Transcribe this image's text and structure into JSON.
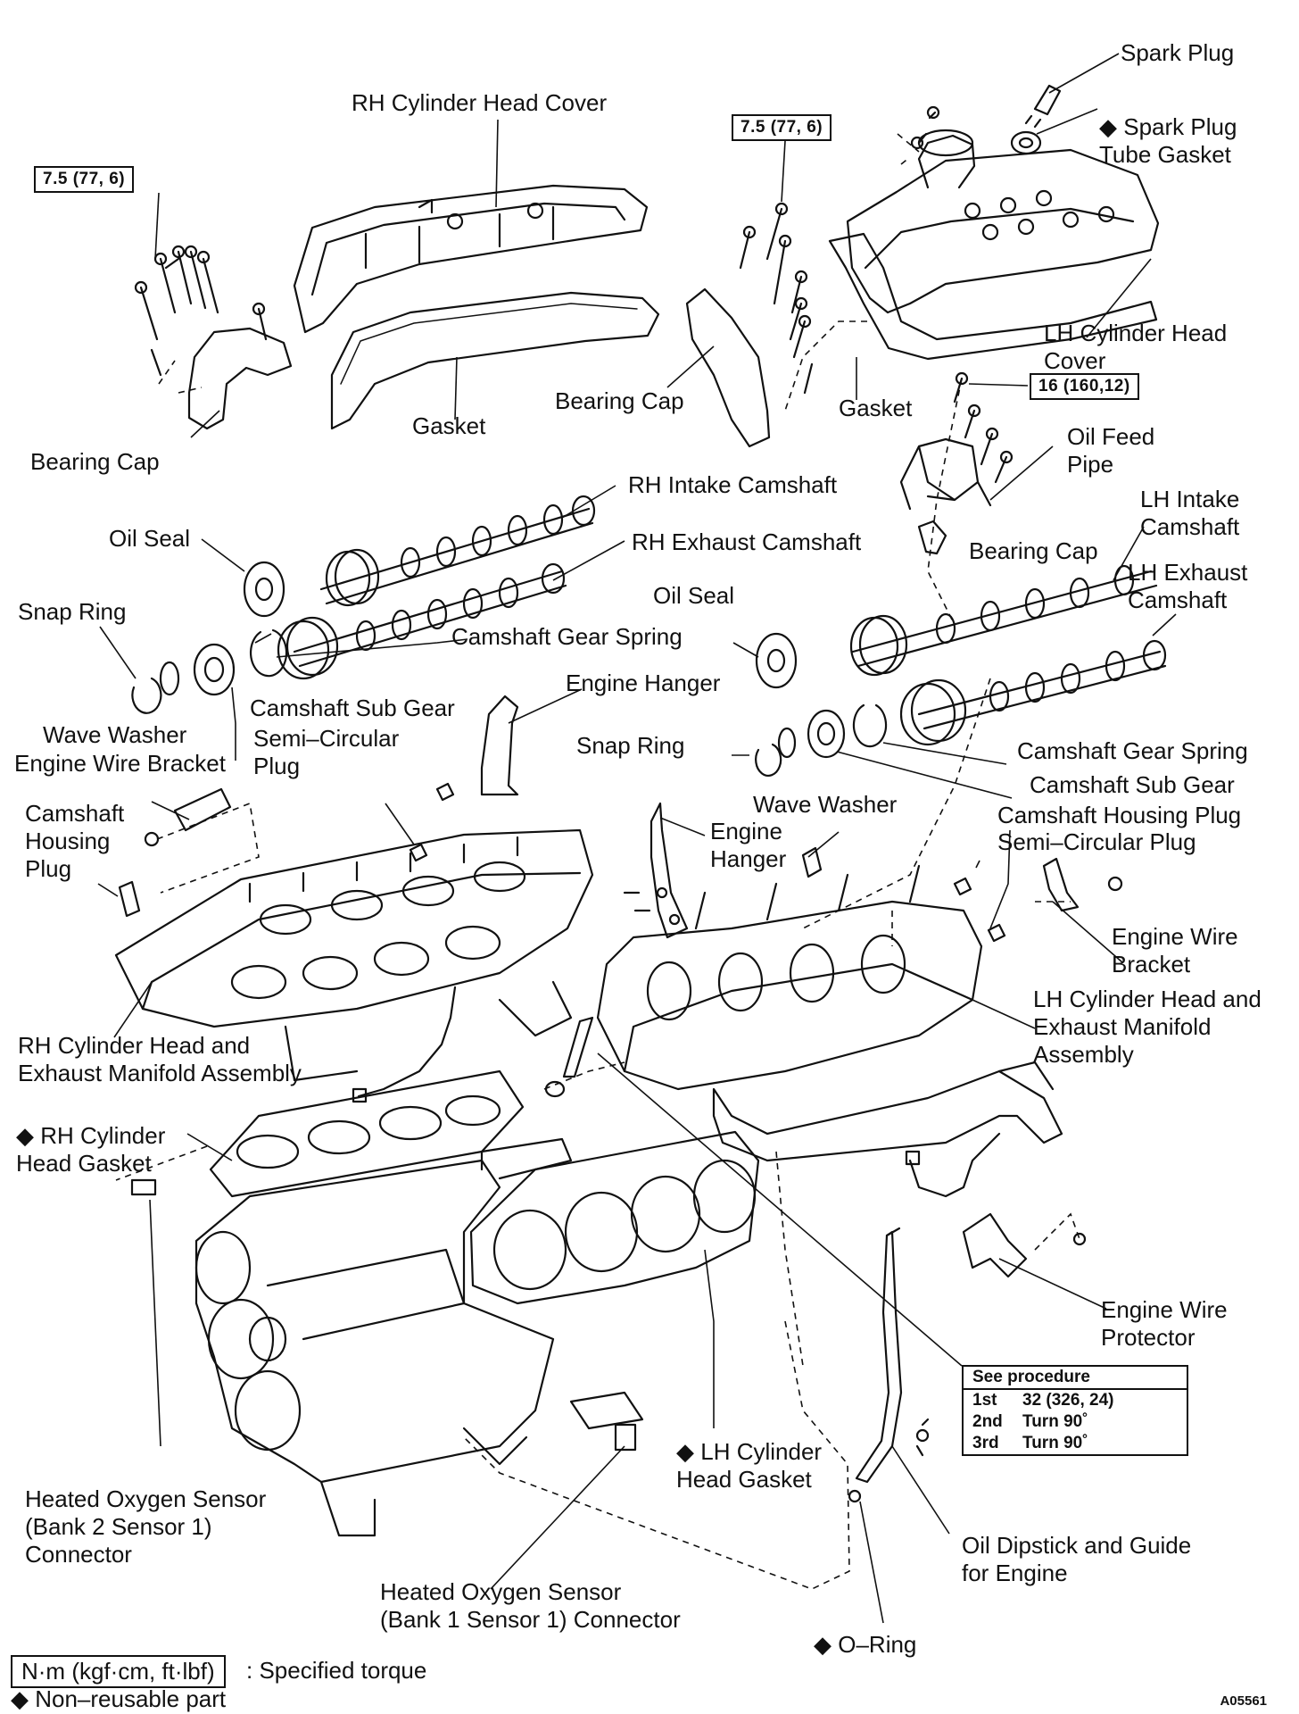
{
  "diamond": "◆",
  "labels": {
    "spark_plug": "Spark Plug",
    "spark_plug_tube_gasket": "Spark Plug\nTube Gasket",
    "rh_cylinder_head_cover": "RH Cylinder Head Cover",
    "lh_cylinder_head_cover": "LH Cylinder Head\nCover",
    "gasket_rh": "Gasket",
    "gasket_lh": "Gasket",
    "bearing_cap_rh": "Bearing Cap",
    "bearing_cap_mid": "Bearing Cap",
    "bearing_cap_lh": "Bearing Cap",
    "oil_feed_pipe": "Oil Feed\nPipe",
    "rh_intake_camshaft": "RH Intake Camshaft",
    "rh_exhaust_camshaft": "RH Exhaust Camshaft",
    "lh_intake_camshaft": "LH Intake\nCamshaft",
    "lh_exhaust_camshaft": "LH Exhaust\nCamshaft",
    "oil_seal_rh": "Oil Seal",
    "oil_seal_lh": "Oil Seal",
    "snap_ring_rh": "Snap Ring",
    "snap_ring_lh": "Snap Ring",
    "camshaft_gear_spring_rh": "Camshaft Gear Spring",
    "camshaft_gear_spring_lh": "Camshaft Gear Spring",
    "camshaft_sub_gear_rh": "Camshaft Sub Gear",
    "camshaft_sub_gear_lh": "Camshaft Sub Gear",
    "engine_hanger_rh": "Engine Hanger",
    "engine_hanger_lh": "Engine\nHanger",
    "wave_washer_rh": "Wave Washer",
    "wave_washer_lh": "Wave Washer",
    "engine_wire_bracket_rh": "Engine Wire Bracket",
    "engine_wire_bracket_lh": "Engine Wire\nBracket",
    "semi_circular_plug_rh": "Semi–Circular\nPlug",
    "semi_circular_plug_lh": "Semi–Circular Plug",
    "camshaft_housing_plug_rh": "Camshaft\nHousing\nPlug",
    "camshaft_housing_plug_lh": "Camshaft Housing Plug",
    "rh_head_assembly": "RH Cylinder Head and\nExhaust Manifold Assembly",
    "lh_head_assembly": "LH Cylinder Head and\nExhaust Manifold\nAssembly",
    "rh_head_gasket": "RH Cylinder\nHead Gasket",
    "lh_head_gasket": "LH Cylinder\nHead Gasket",
    "engine_wire_protector": "Engine Wire\nProtector",
    "ho2s_bank2": "Heated Oxygen Sensor\n(Bank 2 Sensor 1)\nConnector",
    "ho2s_bank1": "Heated Oxygen Sensor\n(Bank 1 Sensor 1) Connector",
    "o_ring": "O–Ring",
    "oil_dipstick": "Oil Dipstick and Guide\nfor Engine"
  },
  "torques": {
    "t1": "7.5 (77, 6)",
    "t2": "7.5 (77, 6)",
    "t3": "16 (160,12)"
  },
  "procedure": {
    "header": "See procedure",
    "steps": [
      {
        "step": "1st",
        "value": "32 (326, 24)"
      },
      {
        "step": "2nd",
        "value": "Turn 90˚"
      },
      {
        "step": "3rd",
        "value": "Turn 90˚"
      }
    ]
  },
  "legend": {
    "torque_unit": "N·m (kgf·cm, ft·lbf)",
    "torque_text": ": Specified torque",
    "nonreusable": "Non–reusable part"
  },
  "figure_code": "A05561"
}
